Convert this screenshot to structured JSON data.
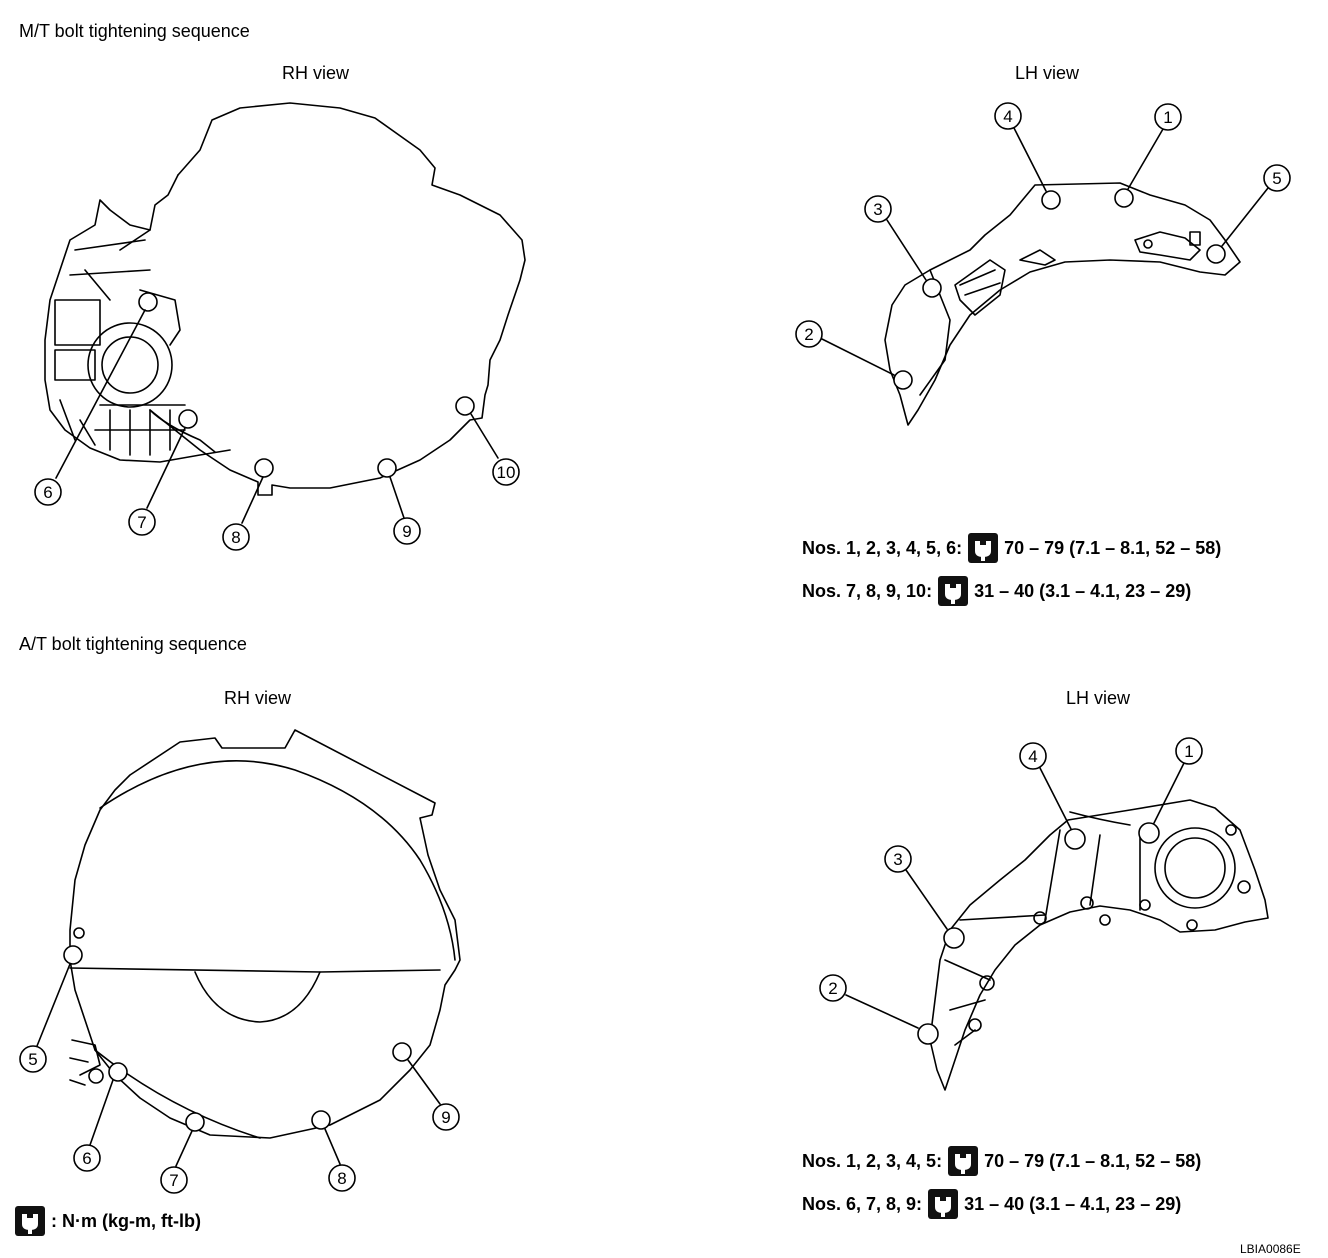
{
  "mt": {
    "title": "M/T bolt tightening sequence",
    "rh_title": "RH view",
    "lh_title": "LH view",
    "rh_labels": [
      "6",
      "7",
      "8",
      "9",
      "10"
    ],
    "lh_labels": [
      "1",
      "2",
      "3",
      "4",
      "5"
    ],
    "spec1_label": "Nos. 1, 2, 3, 4, 5, 6:",
    "spec1_value": "70 – 79 (7.1 – 8.1, 52 – 58)",
    "spec2_label": "Nos. 7, 8, 9, 10:",
    "spec2_value": "31 – 40 (3.1 – 4.1, 23 – 29)"
  },
  "at": {
    "title": "A/T bolt tightening sequence",
    "rh_title": "RH view",
    "lh_title": "LH view",
    "rh_labels": [
      "5",
      "6",
      "7",
      "8",
      "9"
    ],
    "lh_labels": [
      "1",
      "2",
      "3",
      "4"
    ],
    "spec1_label": "Nos. 1, 2, 3, 4, 5:",
    "spec1_value": "70 – 79 (7.1 – 8.1, 52 – 58)",
    "spec2_label": "Nos. 6, 7, 8, 9:",
    "spec2_value": "31 – 40 (3.1 – 4.1, 23 – 29)"
  },
  "legend": {
    "text": ": N·m (kg-m, ft-lb)",
    "icon": "torque-wrench-icon"
  },
  "figure_code": "LBIA0086E"
}
